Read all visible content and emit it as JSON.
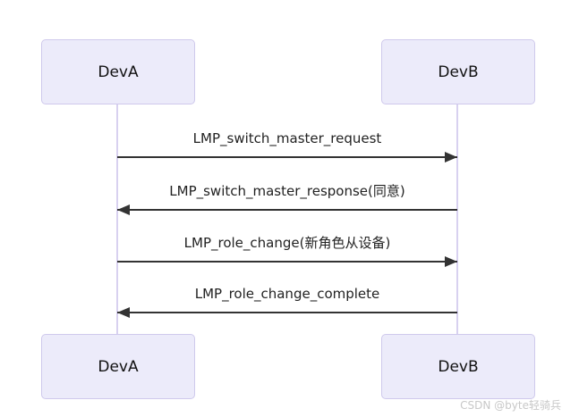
{
  "diagram": {
    "actors": [
      {
        "id": "devA",
        "label": "DevA"
      },
      {
        "id": "devB",
        "label": "DevB"
      }
    ],
    "messages": [
      {
        "label": "LMP_switch_master_request",
        "from": "DevA",
        "to": "DevB",
        "direction": "right"
      },
      {
        "label": "LMP_switch_master_response(同意)",
        "from": "DevB",
        "to": "DevA",
        "direction": "left"
      },
      {
        "label": "LMP_role_change(新角色从设备)",
        "from": "DevA",
        "to": "DevB",
        "direction": "right"
      },
      {
        "label": "LMP_role_change_complete",
        "from": "DevB",
        "to": "DevA",
        "direction": "left"
      }
    ],
    "colors": {
      "actor_fill": "#ECEBFA",
      "actor_border": "#CFC9EC",
      "lifeline": "#D8D1F0",
      "arrow": "#333333",
      "text": "#222222",
      "watermark": "#C8C8C8"
    }
  },
  "watermark": {
    "text": "CSDN @byte轻骑兵"
  }
}
